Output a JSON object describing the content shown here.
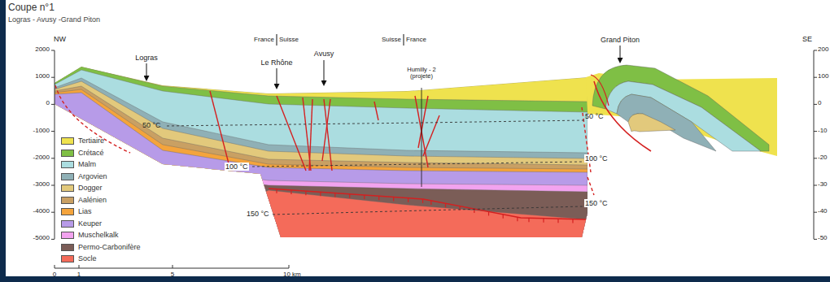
{
  "diagram": {
    "title": "Coupe n°1",
    "labels": [
      "Logras - Avusy -Grand Piton",
      "NW",
      "SE",
      "2000",
      "1000",
      "0",
      "-1000",
      "-2000",
      "-3000",
      "-4000",
      "-5000",
      "200",
      "100",
      "0",
      "-10",
      "-20",
      "-30",
      "-40",
      "-50",
      "0",
      "1",
      "5",
      "10 km",
      "Logras",
      "France",
      "Suisse",
      "Le Rhône",
      "Avusy",
      "Suisse",
      "France",
      "Humilly - 2 (projeté)",
      "Grand Piton",
      "50 °C",
      "50 °C",
      "100 °C",
      "100 °C",
      "150 °C",
      "150 °C"
    ],
    "legend": [
      {
        "text": "Tertiaire",
        "color": "#efe24e"
      },
      {
        "text": "Crétacé",
        "color": "#7fbf45"
      },
      {
        "text": "Malm",
        "color": "#abdde0"
      },
      {
        "text": "Argovien",
        "color": "#8fb0b6"
      },
      {
        "text": "Dogger",
        "color": "#e2c97c"
      },
      {
        "text": "Aalénien",
        "color": "#c9a063"
      },
      {
        "text": "Lias",
        "color": "#f4a43c"
      },
      {
        "text": "Keuper",
        "color": "#b79be8"
      },
      {
        "text": "Muschelkalk",
        "color": "#f2a3ef"
      },
      {
        "text": "Permo-Carbonifère",
        "color": "#7b5d57"
      },
      {
        "text": "Socle",
        "color": "#f46b5a"
      }
    ]
  }
}
